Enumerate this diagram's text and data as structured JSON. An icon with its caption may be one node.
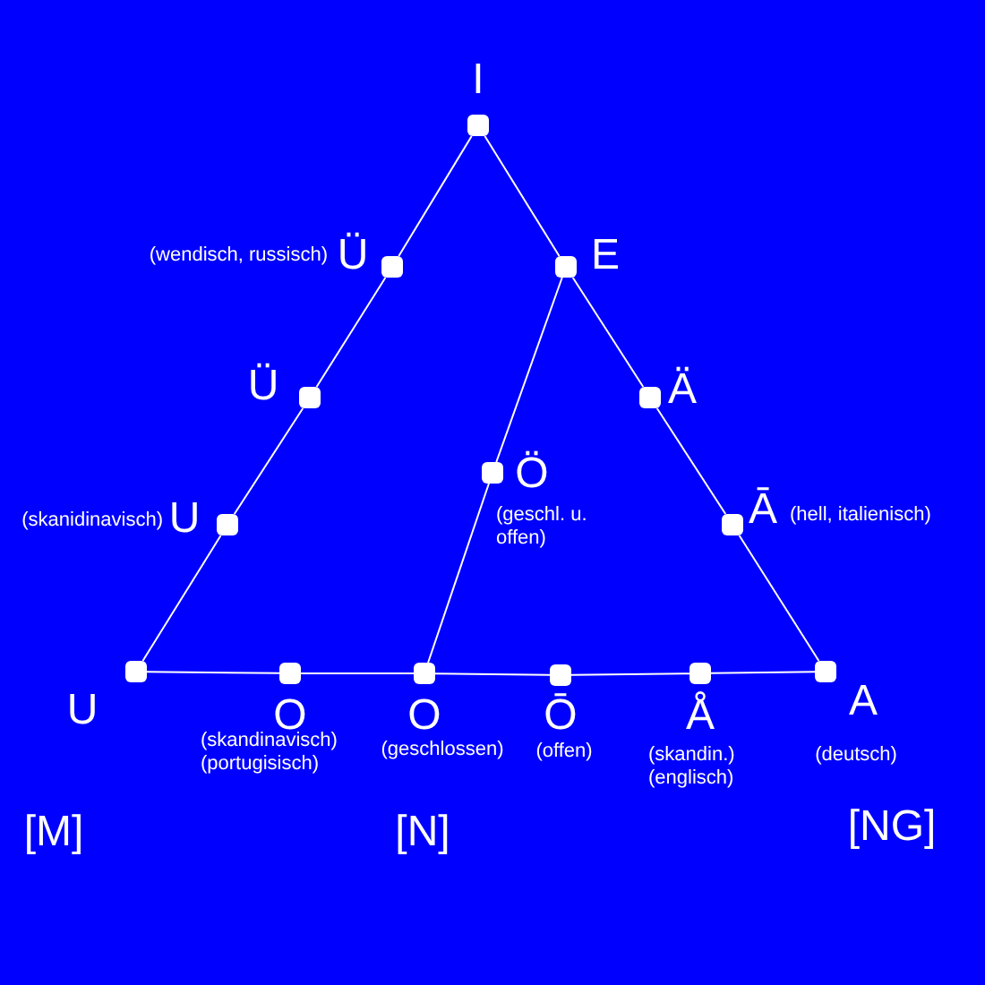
{
  "diagram": {
    "nodes": [
      {
        "text": [
          "I"
        ]
      },
      {
        "text": [
          "Ü"
        ],
        "beside": [
          "(wendisch, russisch)"
        ]
      },
      {
        "text": [
          "E"
        ]
      },
      {
        "text": [
          "Ü"
        ]
      },
      {
        "text": [
          "Ä"
        ]
      },
      {
        "text": [
          "Ö"
        ],
        "beside": [
          "(geschl. u. offen)"
        ]
      },
      {
        "text": [
          "U"
        ],
        "beside": [
          "(skanidinavisch)"
        ]
      },
      {
        "text": [
          "Ā"
        ],
        "beside": [
          "(hell, italienisch)"
        ]
      },
      {
        "text": [
          "U"
        ]
      },
      {
        "text": [
          "O"
        ],
        "beside": [
          "(skandinavisch) (portugisisch)"
        ]
      },
      {
        "text": [
          "O"
        ],
        "beside": [
          "(geschlossen)"
        ]
      },
      {
        "text": [
          "Ō"
        ],
        "beside": [
          "(offen)"
        ]
      },
      {
        "text": [
          "Å"
        ],
        "beside": [
          "(skandin.) (englisch)"
        ]
      },
      {
        "text": [
          "A"
        ],
        "beside": [
          "(deutsch)"
        ]
      }
    ],
    "edges": [
      {
        "from": 0,
        "to": 1,
        "arrow": "none"
      },
      {
        "from": 1,
        "to": 3,
        "arrow": "none"
      },
      {
        "from": 3,
        "to": 6,
        "arrow": "none"
      },
      {
        "from": 6,
        "to": 8,
        "arrow": "none"
      },
      {
        "from": 0,
        "to": 2,
        "arrow": "none"
      },
      {
        "from": 2,
        "to": 4,
        "arrow": "none"
      },
      {
        "from": 4,
        "to": 7,
        "arrow": "none"
      },
      {
        "from": 7,
        "to": 13,
        "arrow": "none"
      },
      {
        "from": 2,
        "to": 5,
        "arrow": "none"
      },
      {
        "from": 5,
        "to": 10,
        "arrow": "none"
      },
      {
        "from": 8,
        "to": 9,
        "arrow": "none"
      },
      {
        "from": 9,
        "to": 10,
        "arrow": "none"
      },
      {
        "from": 10,
        "to": 11,
        "arrow": "none"
      },
      {
        "from": 11,
        "to": 12,
        "arrow": "none"
      },
      {
        "from": 12,
        "to": 13,
        "arrow": "none"
      }
    ],
    "labels": [
      "[M]",
      "[N]",
      "[NG]"
    ]
  }
}
